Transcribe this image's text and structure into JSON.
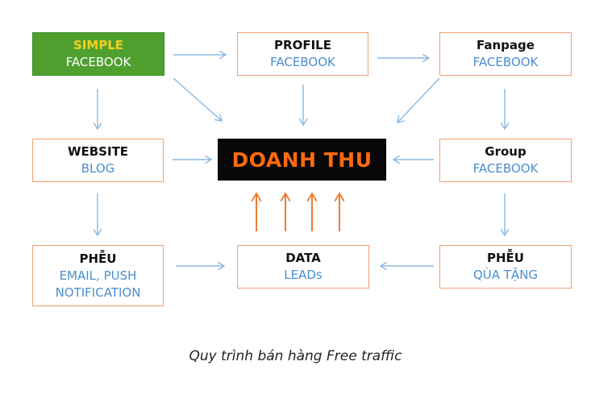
{
  "boxes": {
    "simple_facebook": {
      "line1": "SIMPLE",
      "line2": "FACEBOOK"
    },
    "profile_facebook": {
      "line1": "PROFILE",
      "line2": "FACEBOOK"
    },
    "fanpage_facebook": {
      "line1": "Fanpage",
      "line2": "FACEBOOK"
    },
    "website_blog": {
      "line1": "WEBSITE",
      "line2": "BLOG"
    },
    "doanh_thu": {
      "label": "DOANH THU"
    },
    "group_facebook": {
      "line1": "Group",
      "line2": "FACEBOOK"
    },
    "pheu_email": {
      "line1": "PHỄU",
      "line2": "EMAIL, PUSH",
      "line3": "NOTIFICATION"
    },
    "data_leads": {
      "line1": "DATA",
      "line2": "LEADs"
    },
    "pheu_qua_tang": {
      "line1": "PHỄU",
      "line2": "QÙA TẶNG"
    }
  },
  "caption": "Quy trình bán hàng Free traffic",
  "colors": {
    "box_border": "#f0a070",
    "accent_blue_text": "#4a8ed0",
    "arrow_blue": "#8ab8e0",
    "arrow_orange": "#f07830",
    "simple_fill": "#50a030",
    "simple_title": "#f5d020",
    "revenue_fill": "#080808",
    "revenue_text": "#ff6a10"
  }
}
